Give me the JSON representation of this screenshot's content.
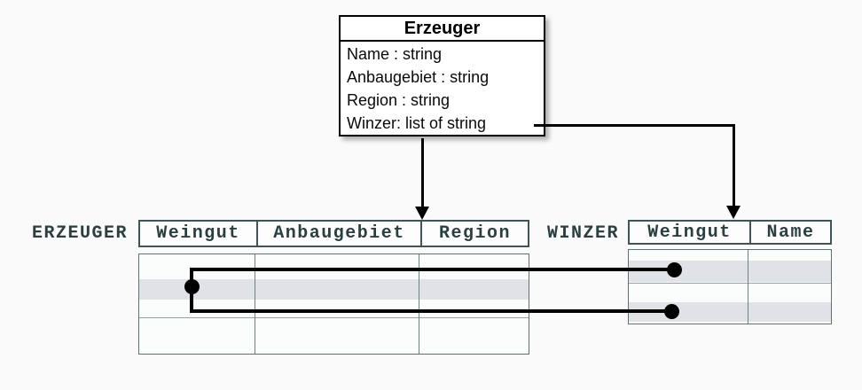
{
  "class_box": {
    "title": "Erzeuger",
    "attributes": [
      "Name : string",
      "Anbaugebiet : string",
      "Region : string",
      "Winzer: list of string"
    ]
  },
  "tables": {
    "erzeuger": {
      "label": "ERZEUGER",
      "columns": [
        "Weingut",
        "Anbaugebiet",
        "Region"
      ],
      "highlighted_rows": [
        2
      ]
    },
    "winzer": {
      "label": "WINZER",
      "columns": [
        "Weingut",
        "Name"
      ],
      "highlighted_rows": [
        2,
        4
      ]
    }
  },
  "colors": {
    "background": "#fafafa",
    "class_box_fill": "#ffffff",
    "class_box_border": "#000000",
    "table_border": "#425456",
    "table_text": "#2b3e40",
    "row_highlight": "#e0e2e5",
    "connector": "#000000"
  }
}
